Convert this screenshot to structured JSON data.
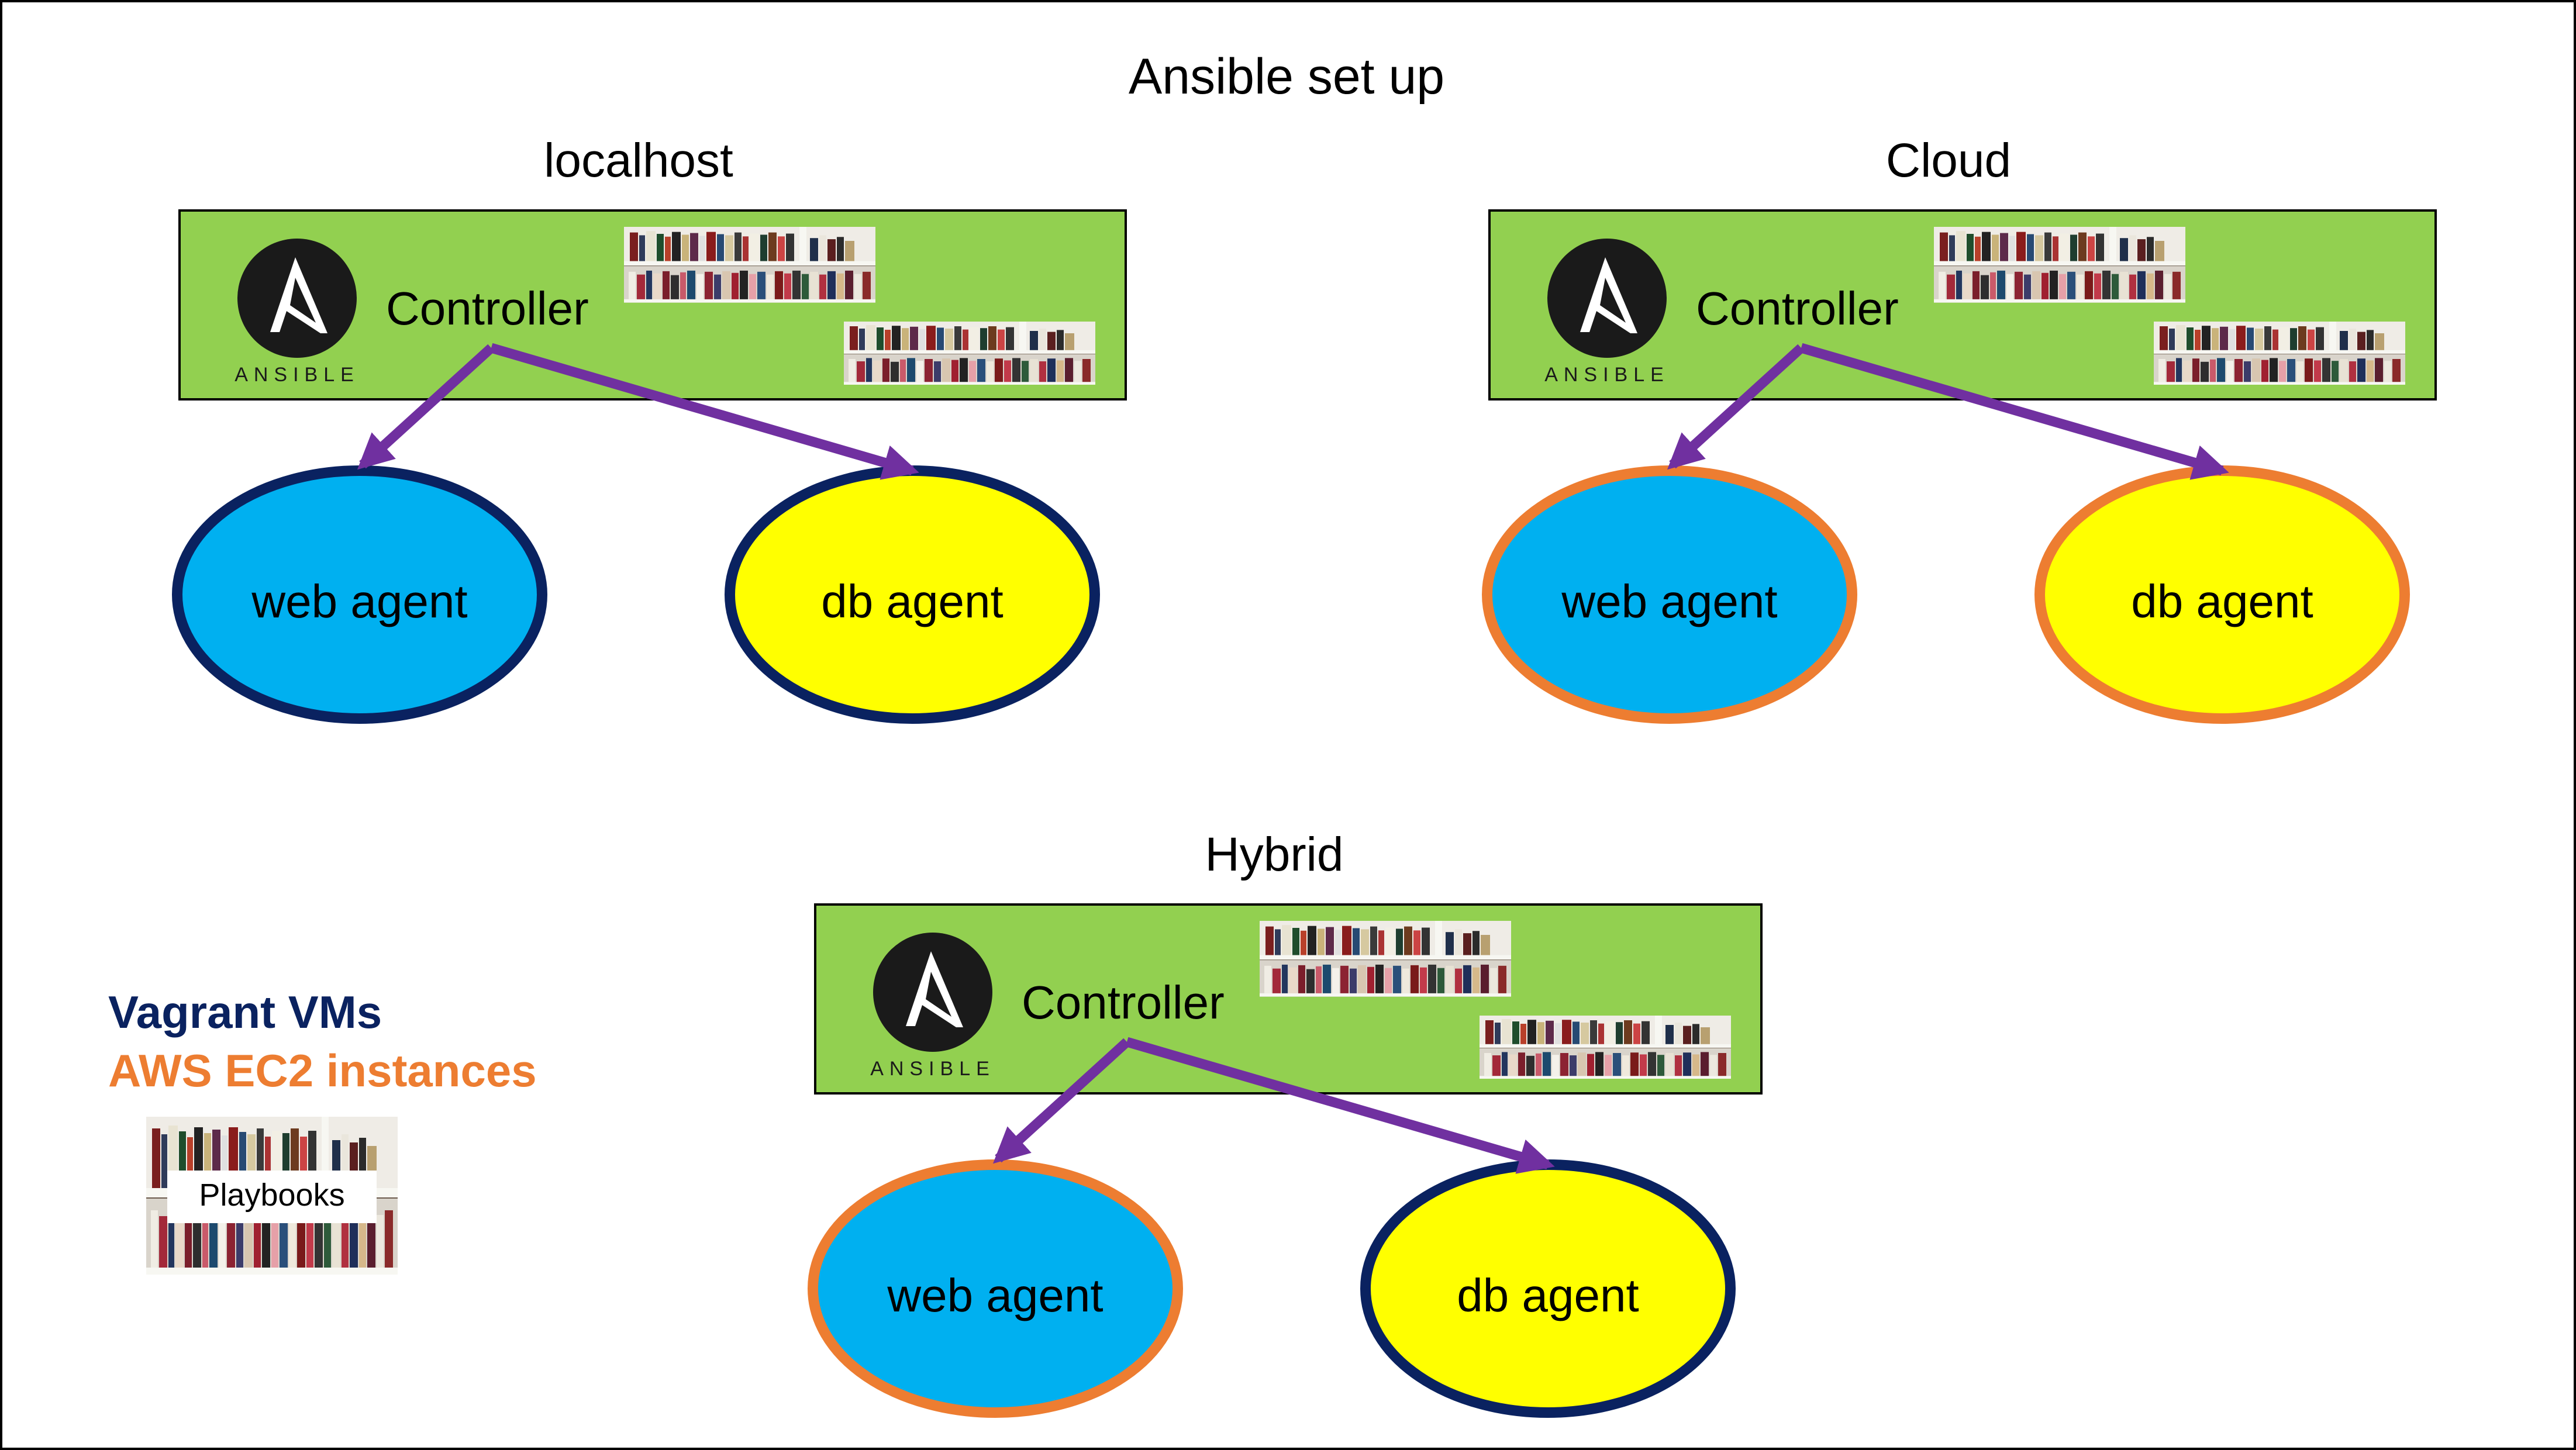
{
  "diagram": {
    "title": "Ansible set up",
    "colors": {
      "controller_fill": "#92D050",
      "web_fill": "#00B0F0",
      "db_fill": "#FFFF00",
      "vagrant_border": "#0A2260",
      "aws_border": "#ED7D31",
      "arrow": "#7030A0"
    },
    "panels": [
      {
        "id": "localhost",
        "label": "localhost",
        "controller_label": "Controller",
        "logo_text": "ANSIBLE",
        "logo_icon": "ansible-logo-icon",
        "web_agent": {
          "label": "web agent",
          "kind": "vagrant"
        },
        "db_agent": {
          "label": "db agent",
          "kind": "vagrant"
        }
      },
      {
        "id": "cloud",
        "label": "Cloud",
        "controller_label": "Controller",
        "logo_text": "ANSIBLE",
        "logo_icon": "ansible-logo-icon",
        "web_agent": {
          "label": "web agent",
          "kind": "aws"
        },
        "db_agent": {
          "label": "db agent",
          "kind": "aws"
        }
      },
      {
        "id": "hybrid",
        "label": "Hybrid",
        "controller_label": "Controller",
        "logo_text": "ANSIBLE",
        "logo_icon": "ansible-logo-icon",
        "web_agent": {
          "label": "web agent",
          "kind": "aws"
        },
        "db_agent": {
          "label": "db agent",
          "kind": "vagrant"
        }
      }
    ],
    "legend": {
      "vagrant": "Vagrant VMs",
      "aws": "AWS EC2 instances",
      "playbooks": "Playbooks"
    }
  }
}
